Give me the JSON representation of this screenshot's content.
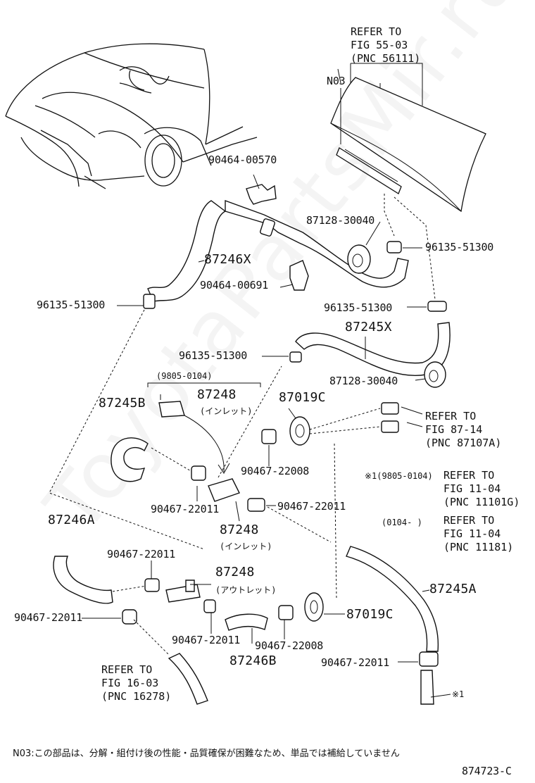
{
  "diagram_id": "874723-C",
  "watermark": "ToyotaPartsMir.ru",
  "labels": {
    "fig55": "REFER TO\nFIG 55-03\n(PNC 56111)",
    "n03": "N03",
    "p90464_00570": "90464-00570",
    "p87128_top": "87128-30040",
    "p96135_right": "96135-51300",
    "p87246x": "87246X",
    "p90464_00691": "90464-00691",
    "p96135_left": "96135-51300",
    "p96135_mid_right": "96135-51300",
    "p87245x": "87245X",
    "p96135_center": "96135-51300",
    "p87128_bottom": "87128-30040",
    "date_9805": "(9805-0104)",
    "p87248_a": "87248",
    "inlet_a": "(インレット)",
    "p87245b": "87245B",
    "p87019c_top": "87019C",
    "fig87": "REFER TO\nFIG 87-14\n(PNC 87107A)",
    "p90467_22008_top": "90467-22008",
    "p90467_22011_left": "90467-22011",
    "p90467_22011_right": "90467-22011",
    "p87248_b": "87248",
    "inlet_b": "(インレット)",
    "fig11a_mark": "※1(9805-0104)",
    "fig11a": "REFER TO\nFIG 11-04\n(PNC 11101G)",
    "fig11b_mark": "(0104-     )",
    "fig11b": "REFER TO\nFIG 11-04\n(PNC 11181)",
    "p87246a": "87246A",
    "p90467_22011_upper": "90467-22011",
    "p87248_c": "87248",
    "outlet_c": "(アウトレット)",
    "p87245a": "87245A",
    "p90467_22011_far_left": "90467-22011",
    "p87019c_bottom": "87019C",
    "p90467_22011_bottom": "90467-22011",
    "p90467_22008_bottom": "90467-22008",
    "p87246b": "87246B",
    "p90467_22011_br": "90467-22011",
    "fig16": "REFER TO\nFIG 16-03\n(PNC 16278)",
    "star1": "※1"
  },
  "footnote": "N03:この部品は、分解・組付け後の性能・品質確保が困難なため、単品では補給していません"
}
